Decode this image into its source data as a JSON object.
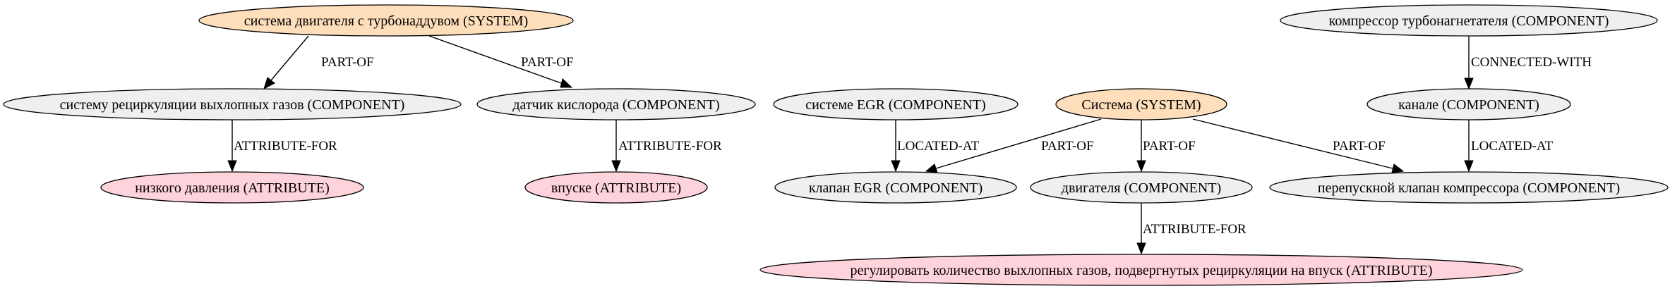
{
  "colors": {
    "system": "#ffdfbb",
    "component": "#efefef",
    "attribute": "#ffd3dc",
    "stroke": "#000000"
  },
  "nodes": {
    "turbo_system": {
      "label": "система двигателя с турбонаддувом (SYSTEM)",
      "kind": "system"
    },
    "egr_recirc": {
      "label": "систему рециркуляции выхлопных газов (COMPONENT)",
      "kind": "component"
    },
    "o2_sensor": {
      "label": "датчик кислорода (COMPONENT)",
      "kind": "component"
    },
    "low_pressure": {
      "label": "низкого давления (ATTRIBUTE)",
      "kind": "attribute"
    },
    "intake": {
      "label": "впуске (ATTRIBUTE)",
      "kind": "attribute"
    },
    "egr_system": {
      "label": "системе EGR (COMPONENT)",
      "kind": "component"
    },
    "system": {
      "label": "Система (SYSTEM)",
      "kind": "system"
    },
    "compressor": {
      "label": "компрессор турбонагнетателя (COMPONENT)",
      "kind": "component"
    },
    "channel": {
      "label": "канале (COMPONENT)",
      "kind": "component"
    },
    "egr_valve": {
      "label": "клапан EGR (COMPONENT)",
      "kind": "component"
    },
    "engine": {
      "label": "двигателя (COMPONENT)",
      "kind": "component"
    },
    "bypass_valve": {
      "label": "перепускной клапан компрессора (COMPONENT)",
      "kind": "component"
    },
    "regulate": {
      "label": "регулировать количество выхлопных газов, подвергнутых рециркуляции на впуск (ATTRIBUTE)",
      "kind": "attribute"
    }
  },
  "edges": {
    "e1": {
      "from": "turbo_system",
      "to": "egr_recirc",
      "label": "PART-OF"
    },
    "e2": {
      "from": "turbo_system",
      "to": "o2_sensor",
      "label": "PART-OF"
    },
    "e3": {
      "from": "egr_recirc",
      "to": "low_pressure",
      "label": "ATTRIBUTE-FOR"
    },
    "e4": {
      "from": "o2_sensor",
      "to": "intake",
      "label": "ATTRIBUTE-FOR"
    },
    "e5": {
      "from": "egr_system",
      "to": "egr_valve",
      "label": "LOCATED-AT"
    },
    "e6": {
      "from": "system",
      "to": "egr_valve",
      "label": "PART-OF"
    },
    "e7": {
      "from": "system",
      "to": "engine",
      "label": "PART-OF"
    },
    "e8": {
      "from": "system",
      "to": "bypass_valve",
      "label": "PART-OF"
    },
    "e9": {
      "from": "compressor",
      "to": "channel",
      "label": "CONNECTED-WITH"
    },
    "e10": {
      "from": "channel",
      "to": "bypass_valve",
      "label": "LOCATED-AT"
    },
    "e11": {
      "from": "engine",
      "to": "regulate",
      "label": "ATTRIBUTE-FOR"
    }
  }
}
